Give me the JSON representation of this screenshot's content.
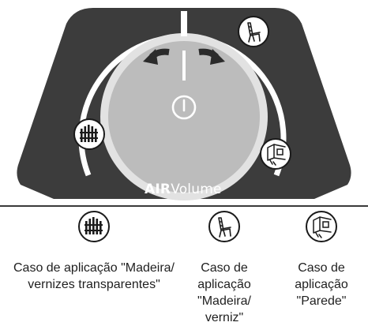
{
  "brand": {
    "bold": "AIR",
    "light": "Volume"
  },
  "dial": {
    "power_icon": "power-icon",
    "arrow_left_icon": "curved-arrow-left-icon",
    "arrow_right_icon": "curved-arrow-right-icon",
    "marker": "dial-indicator-line"
  },
  "modes": [
    {
      "id": "fence",
      "icon": "fence-icon",
      "caption_lines": [
        "Caso de aplicação \"Madeira/",
        "vernizes transparentes\""
      ]
    },
    {
      "id": "chair",
      "icon": "chair-icon",
      "caption_lines": [
        "Caso de",
        "aplicação",
        "\"Madeira/",
        "verniz\""
      ]
    },
    {
      "id": "wall",
      "icon": "wall-corner-icon",
      "caption_lines": [
        "Caso de",
        "aplicação",
        "\"Parede\""
      ]
    }
  ],
  "colors": {
    "panel": "#3c3c3c",
    "dial": "#bcbcbc",
    "dial_rim": "#e2e2e2",
    "icon_stroke": "#1a1a1a",
    "white": "#ffffff"
  }
}
